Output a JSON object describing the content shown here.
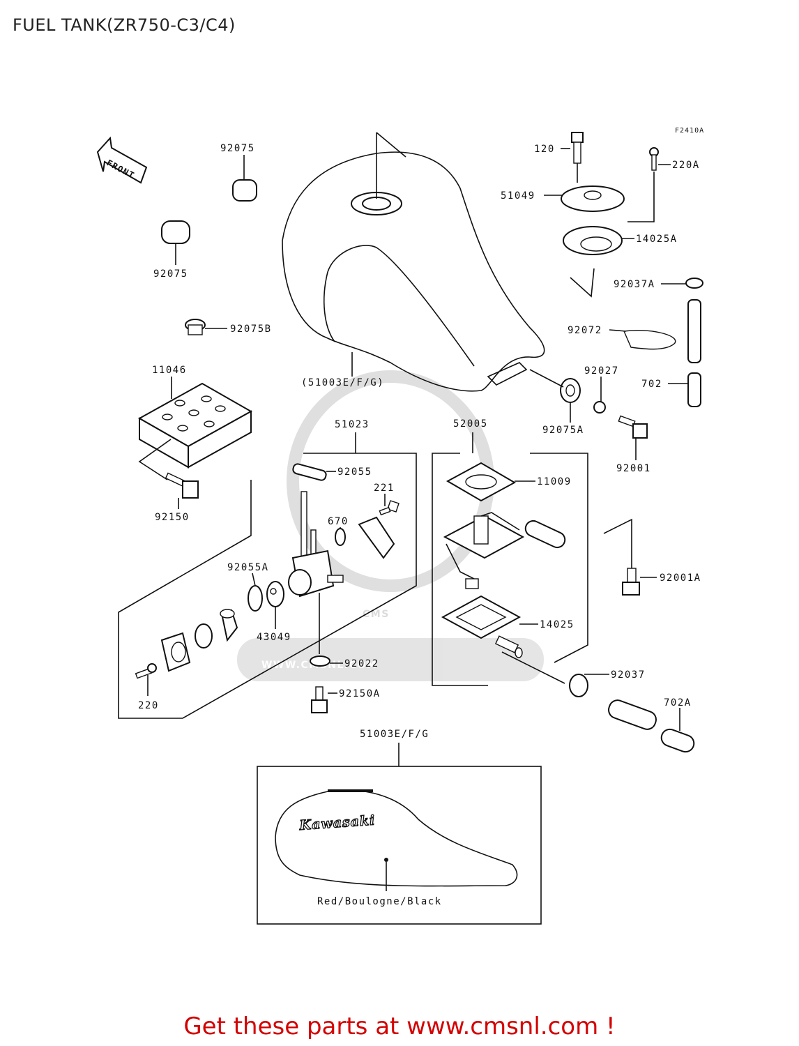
{
  "title": "FUEL TANK(ZR750-C3/C4)",
  "figure_code": "F2410A",
  "front_arrow": "FRONT",
  "tank_brand": "Kawasaki",
  "color_note": "Red/Boulogne/Black",
  "watermark": {
    "logo": "CMS",
    "url": "WWW.CMSNL.COM"
  },
  "promo": "Get these parts at www.cmsnl.com !",
  "callouts": {
    "c120": "120",
    "c220A": "220A",
    "c51049": "51049",
    "c14025A": "14025A",
    "c92037A": "92037A",
    "c92072": "92072",
    "c92027": "92027",
    "c702": "702",
    "c92075A": "92075A",
    "c92001": "92001",
    "c92075_top": "92075",
    "c92075_left": "92075",
    "c92075B": "92075B",
    "c11046": "11046",
    "c51003_tank": "(51003E/F/G)",
    "c51023": "51023",
    "c52005": "52005",
    "c92055": "92055",
    "c221": "221",
    "c670": "670",
    "c11009": "11009",
    "c92150": "92150",
    "c92055A": "92055A",
    "c43049": "43049",
    "c92001A": "92001A",
    "c14025": "14025",
    "c92022": "92022",
    "c92037": "92037",
    "c92150A": "92150A",
    "c220": "220",
    "c702A": "702A",
    "c51003_inset": "51003E/F/G"
  }
}
